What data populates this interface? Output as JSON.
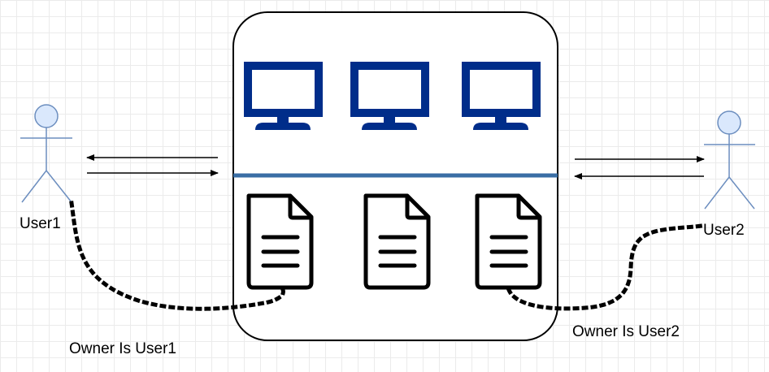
{
  "users": [
    {
      "label": "User1",
      "icon": "user-actor-icon"
    },
    {
      "label": "User2",
      "icon": "user-actor-icon"
    }
  ],
  "owners": [
    {
      "label": "Owner Is User1"
    },
    {
      "label": "Owner Is User2"
    }
  ],
  "server": {
    "monitors": [
      "monitor-icon",
      "monitor-icon",
      "monitor-icon"
    ],
    "documents": [
      "document-icon",
      "document-icon",
      "document-icon"
    ]
  },
  "colors": {
    "monitor": "#002d8a",
    "divider": "#3a6ea5",
    "actor_fill": "#dae8fc",
    "actor_stroke": "#6c8ebf",
    "stroke": "#000000"
  }
}
